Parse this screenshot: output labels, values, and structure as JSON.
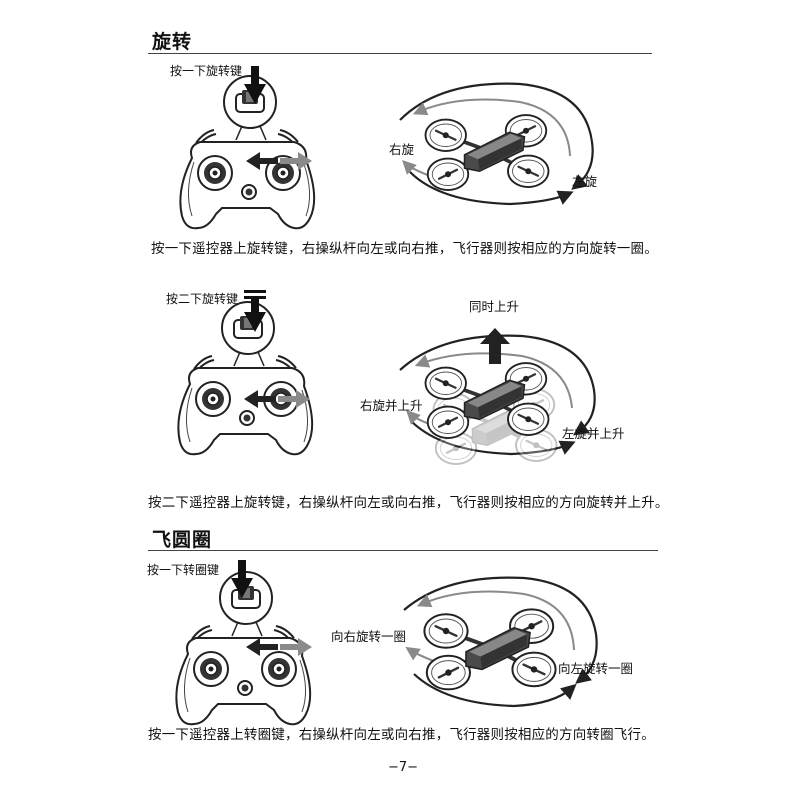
{
  "sections": [
    {
      "title": "旋转",
      "blocks": [
        {
          "button_label": "按一下旋转键",
          "left_label": "右旋",
          "right_label": "左旋",
          "top_label": "",
          "caption": "按一下遥控器上旋转键，右操纵杆向左或向右推，飞行器则按相应的方向旋转一圈。"
        },
        {
          "button_label": "按二下旋转键",
          "left_label": "右旋并上升",
          "right_label": "左旋并上升",
          "top_label": "同时上升",
          "caption": "按二下遥控器上旋转键，右操纵杆向左或向右推，飞行器则按相应的方向旋转并上升。"
        }
      ]
    },
    {
      "title": "飞圆圈",
      "blocks": [
        {
          "button_label": "按一下转圈键",
          "left_label": "向右旋转一圈",
          "right_label": "向左旋转一圈",
          "top_label": "",
          "caption": "按一下遥控器上转圈键，右操纵杆向左或向右推，飞行器则按相应的方向转圈飞行。"
        }
      ]
    }
  ],
  "page_number": "−7−",
  "icons": [
    "controller-icon",
    "drone-icon",
    "rotation-arrow-icon",
    "press-arrow-icon",
    "push-arrow-icon",
    "up-arrow-icon"
  ]
}
